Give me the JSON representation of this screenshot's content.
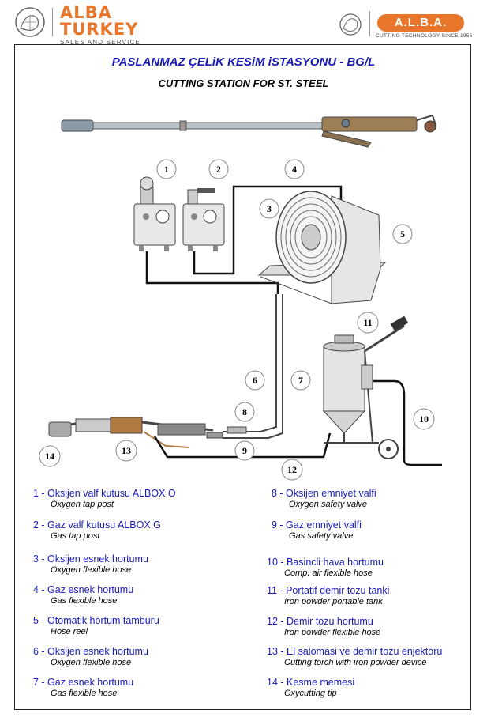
{
  "header": {
    "brand_line1": "ALBA",
    "brand_line2": "TURKEY",
    "brand_line3": "SALES AND SERVICE",
    "alba_badge": "A.L.B.A.",
    "alba_sub": "CUTTING TECHNOLOGY SINCE 1956"
  },
  "title": {
    "turkish": "PASLANMAZ ÇELiK KESiM iSTASYONU - BG/L",
    "english": "CUTTING STATION FOR ST. STEEL"
  },
  "diagram": {
    "callouts": [
      "1",
      "2",
      "3",
      "4",
      "5",
      "6",
      "7",
      "8",
      "9",
      "10",
      "11",
      "12",
      "13",
      "14"
    ]
  },
  "legend": [
    {
      "tr": "1  - Oksijen valf kutusu ALBOX O",
      "en": "Oxygen tap post"
    },
    {
      "tr": "2  - Gaz valf kutusu ALBOX G",
      "en": "Gas tap post"
    },
    {
      "tr": "3  - Oksijen esnek hortumu",
      "en": "Oxygen flexible hose"
    },
    {
      "tr": "4  - Gaz esnek hortumu",
      "en": "Gas flexible hose"
    },
    {
      "tr": "5  - Otomatik hortum tamburu",
      "en": "Hose reel"
    },
    {
      "tr": "6  - Oksijen esnek hortumu",
      "en": "Oxygen flexible hose"
    },
    {
      "tr": "7  - Gaz esnek hortumu",
      "en": "Gas flexible hose"
    },
    {
      "tr": "8  - Oksijen emniyet valfi",
      "en": "Oxygen safety valve"
    },
    {
      "tr": "9  - Gaz emniyet valfi",
      "en": "Gas safety valve"
    },
    {
      "tr": "10  - Basincli hava hortumu",
      "en": "Comp. air flexible hose"
    },
    {
      "tr": "11  - Portatif demir tozu tanki",
      "en": "Iron powder portable tank"
    },
    {
      "tr": "12  - Demir tozu hortumu",
      "en": "Iron powder flexible hose"
    },
    {
      "tr": "13  - El salomasi ve demir tozu enjektörü",
      "en": "Cutting torch with  iron powder device"
    },
    {
      "tr": "14  - Kesme memesi",
      "en": "Oxycutting tip"
    }
  ]
}
